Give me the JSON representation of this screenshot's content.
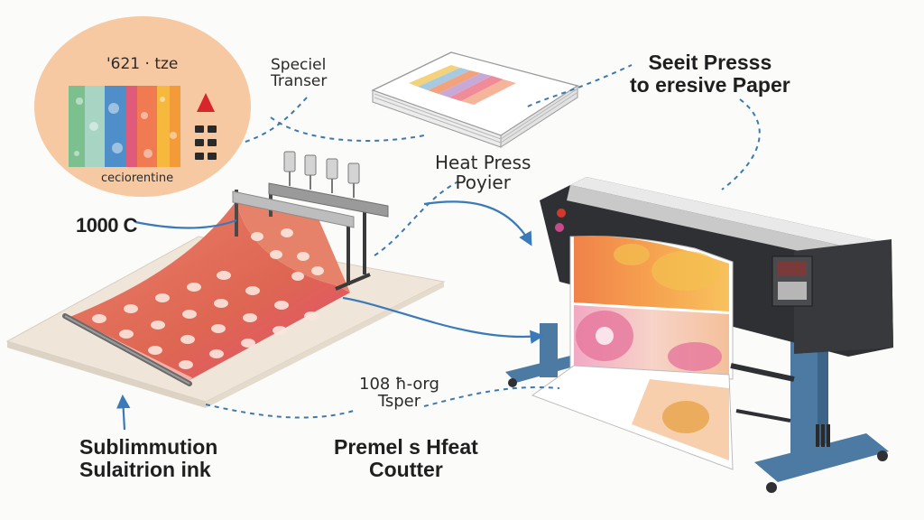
{
  "badge": {
    "title": "'621 · tze",
    "caption": "ceciorentine"
  },
  "temperature_label": "1000 C",
  "labels": {
    "special_transfer": [
      "Speciel",
      "Transer"
    ],
    "heat_press": [
      "Heat Press",
      "Poyier"
    ],
    "seal_press": [
      "Seeit Presss",
      "to eresive Paper"
    ],
    "tsper": [
      "108 ħ-org",
      "Tsper"
    ],
    "sublimation_ink": [
      "Sublimmution",
      "Sulaitrion ink"
    ],
    "heat_cutter": [
      "Premel s Hfeat",
      "Coutter"
    ]
  },
  "colors": {
    "badge_bg": "#f7c9a3",
    "arrow": "#3a7ab8",
    "dashed": "#3d79ad",
    "printer_body": "#2f3033",
    "printer_stand": "#4d7aa3",
    "fabric": "#e0735a"
  },
  "icons": [
    "warning-triangle-icon",
    "printer-icon"
  ]
}
